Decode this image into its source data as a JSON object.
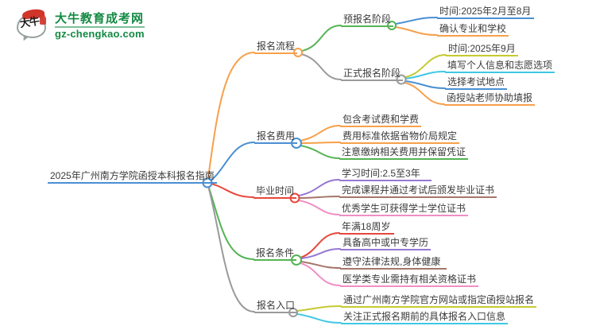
{
  "logo": {
    "icon_text": "大牛",
    "site_name": "大牛教育成考网",
    "site_url": "gz-chengkao.com"
  },
  "palette": {
    "orange": "#f7a04b",
    "blue": "#4a8fd3",
    "green": "#55b455",
    "gray": "#9a9a9a",
    "red": "#e7473c",
    "olive": "#c5ca30",
    "cyan": "#3fc8e4",
    "purple": "#9678d3",
    "brown": "#a5766a",
    "pink": "#ef8fc4",
    "logo_green": "#148a43",
    "logo_red": "#d0342b",
    "text": "#3b3b3b"
  },
  "mindmap": {
    "root": {
      "label": "2025年广州南方学院函授本科报名指南",
      "color": "blue"
    },
    "branches": [
      {
        "label": "报名流程",
        "color": "orange",
        "children": [
          {
            "label": "预报名阶段",
            "color": "green",
            "children": [
              {
                "label": "时间:2025年2月至8月",
                "color": "blue"
              },
              {
                "label": "确认专业和学校",
                "color": "orange"
              }
            ]
          },
          {
            "label": "正式报名阶段",
            "color": "gray",
            "children": [
              {
                "label": "时间:2025年9月",
                "color": "olive"
              },
              {
                "label": "填写个人信息和志愿选项",
                "color": "cyan"
              },
              {
                "label": "选择考试地点",
                "color": "blue"
              },
              {
                "label": "函授站老师协助填报",
                "color": "orange"
              }
            ]
          }
        ]
      },
      {
        "label": "报名费用",
        "color": "blue",
        "children": [
          {
            "label": "包含考试费和学费",
            "color": "orange"
          },
          {
            "label": "费用标准依据省物价局规定",
            "color": "orange"
          },
          {
            "label": "注意缴纳相关费用并保留凭证",
            "color": "green"
          }
        ]
      },
      {
        "label": "毕业时间",
        "color": "red",
        "children": [
          {
            "label": "学习时间:2.5至3年",
            "color": "purple"
          },
          {
            "label": "完成课程并通过考试后颁发毕业证书",
            "color": "brown"
          },
          {
            "label": "优秀学生可获得学士学位证书",
            "color": "pink"
          }
        ]
      },
      {
        "label": "报名条件",
        "color": "green",
        "children": [
          {
            "label": "年满18周岁",
            "color": "red"
          },
          {
            "label": "具备高中或中专学历",
            "color": "purple"
          },
          {
            "label": "遵守法律法规,身体健康",
            "color": "brown"
          },
          {
            "label": "医学类专业需持有相关资格证书",
            "color": "pink"
          }
        ]
      },
      {
        "label": "报名入口",
        "color": "gray",
        "children": [
          {
            "label": "通过广州南方学院官方网站或指定函授站报名",
            "color": "olive"
          },
          {
            "label": "关注正式报名期前的具体报名入口信息",
            "color": "cyan"
          }
        ]
      }
    ]
  }
}
